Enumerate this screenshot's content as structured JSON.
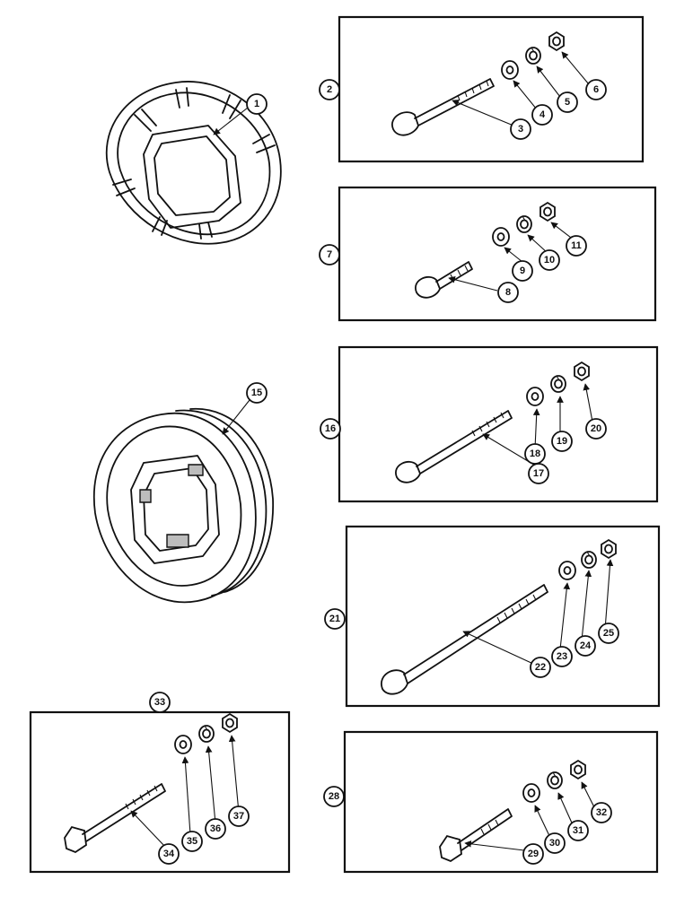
{
  "callouts": {
    "c1": "1",
    "c2": "2",
    "c3": "3",
    "c4": "4",
    "c5": "5",
    "c6": "6",
    "c7": "7",
    "c8": "8",
    "c9": "9",
    "c10": "10",
    "c11": "11",
    "c15": "15",
    "c16": "16",
    "c17": "17",
    "c18": "18",
    "c19": "19",
    "c20": "20",
    "c21": "21",
    "c22": "22",
    "c23": "23",
    "c24": "24",
    "c25": "25",
    "c28": "28",
    "c29": "29",
    "c30": "30",
    "c31": "31",
    "c32": "32",
    "c33": "33",
    "c34": "34",
    "c35": "35",
    "c36": "36",
    "c37": "37"
  }
}
